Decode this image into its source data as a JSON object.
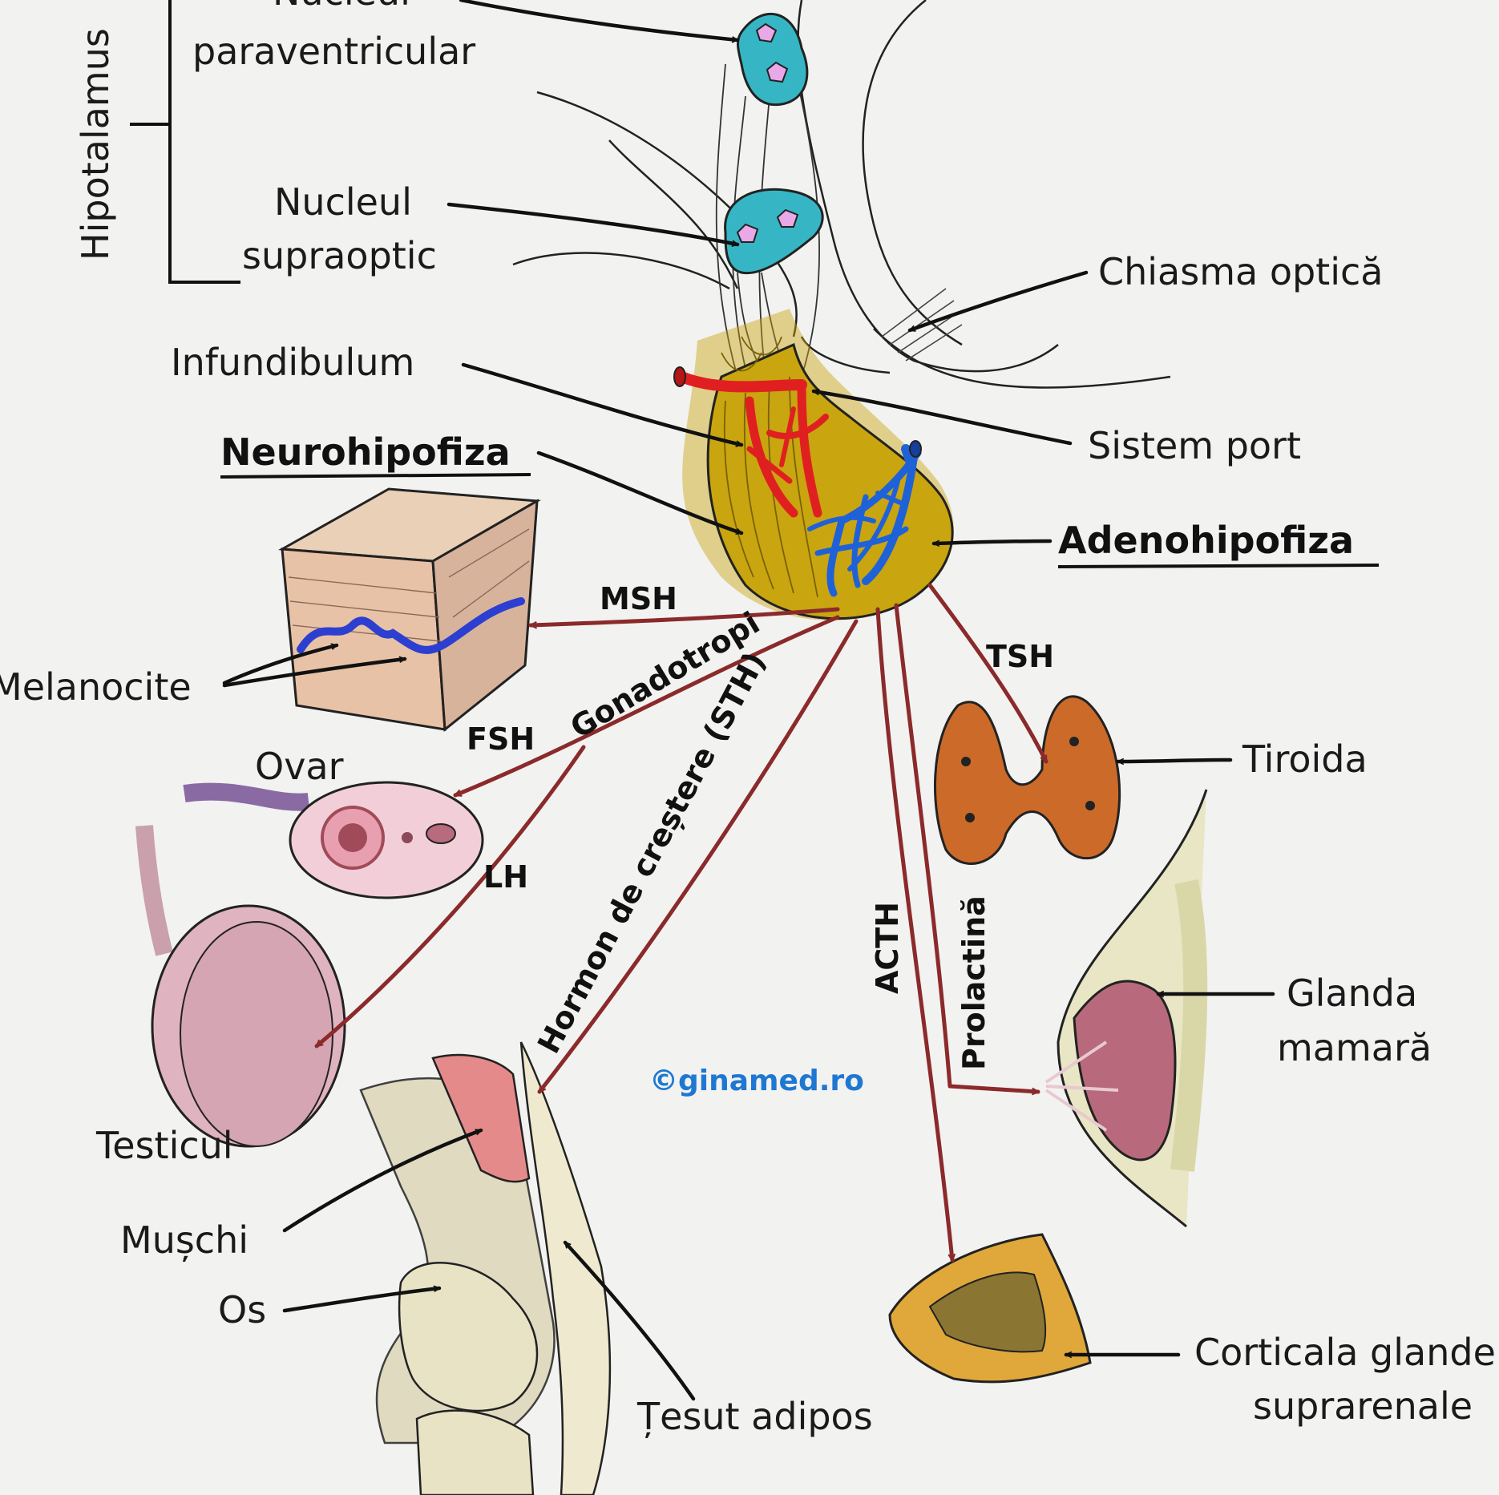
{
  "labels": {
    "hipotalamus": "Hipotalamus",
    "nucleul_para_1": "Nucleul",
    "nucleul_para_2": "paraventricular",
    "nucleul_supra_1": "Nucleul",
    "nucleul_supra_2": "supraoptic",
    "chiasma": "Chiasma optică",
    "infundibulum": "Infundibulum",
    "sistem_port": "Sistem port",
    "neurohipofiza": "Neurohipofiza",
    "adenohipofiza": "Adenohipofiza",
    "melanocite": "Melanocite",
    "ovar": "Ovar",
    "tiroida": "Tiroida",
    "testicul": "Testicul",
    "glanda_1": "Glanda",
    "glanda_2": "mamară",
    "muschi": "Mușchi",
    "os": "Os",
    "tesut": "Țesut adipos",
    "corticala_1": "Corticala glandei",
    "corticala_2": "suprarenale"
  },
  "hormones": {
    "msh": "MSH",
    "gonadotropi": "Gonadotropi",
    "fsh": "FSH",
    "lh": "LH",
    "tsh": "TSH",
    "sth": "Hormon de creștere (STH)",
    "acth": "ACTH",
    "prolactina": "Prolactină"
  },
  "watermark": "©ginamed.ro",
  "colors": {
    "hormone_arrow": "#8b2a2a",
    "pituitary": "#c9a50f",
    "artery": "#e02020",
    "vein": "#1f62d8",
    "nucleus": "#36b6c4",
    "thyroid": "#cc6a2a",
    "watermark": "#1e78d2"
  }
}
